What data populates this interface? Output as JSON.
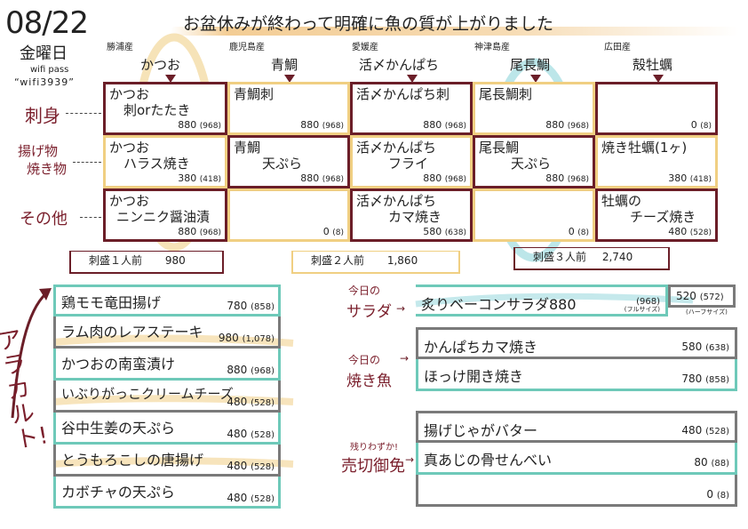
{
  "header": {
    "date": "08/22",
    "weekday": "金曜日",
    "wifi_label": "wifi pass",
    "wifi_password": "“wifi3939”",
    "headline": "お盆休みが終わって明確に魚の質が上がりました"
  },
  "columns": [
    {
      "origin": "勝浦産",
      "fish": "かつお"
    },
    {
      "origin": "鹿児島産",
      "fish": "青鯛"
    },
    {
      "origin": "愛媛産",
      "fish": "活〆かんぱち"
    },
    {
      "origin": "神津島産",
      "fish": "尾長鯛"
    },
    {
      "origin": "広田産",
      "fish": "殻牡蠣"
    }
  ],
  "row_labels": [
    "刺身",
    "揚げ物\n焼き物",
    "その他"
  ],
  "row_label_lines": {
    "r2a": "揚げ物",
    "r2b": "焼き物"
  },
  "grid": {
    "r0": [
      {
        "l1": "かつお",
        "l2": "刺orたたき",
        "price": "880",
        "tax": "(968)"
      },
      {
        "l1": "青鯛刺",
        "l2": "",
        "price": "880",
        "tax": "(968)"
      },
      {
        "l1": "活〆かんぱち刺",
        "l2": "",
        "price": "880",
        "tax": "(968)"
      },
      {
        "l1": "尾長鯛刺",
        "l2": "",
        "price": "880",
        "tax": "(968)"
      },
      {
        "l1": "",
        "l2": "",
        "price": "0",
        "tax": "(8)"
      }
    ],
    "r1": [
      {
        "l1": "かつお",
        "l2": "ハラス焼き",
        "price": "380",
        "tax": "(418)"
      },
      {
        "l1": "青鯛",
        "l2": "天ぷら",
        "price": "880",
        "tax": "(968)"
      },
      {
        "l1": "活〆かんぱち",
        "l2": "フライ",
        "price": "880",
        "tax": "(968)"
      },
      {
        "l1": "尾長鯛",
        "l2": "天ぷら",
        "price": "880",
        "tax": "(968)"
      },
      {
        "l1": "焼き牡蠣(1ヶ)",
        "l2": "",
        "price": "380",
        "tax": "(418)"
      }
    ],
    "r2": [
      {
        "l1": "かつお",
        "l2": "ニンニク醤油漬",
        "price": "880",
        "tax": "(968)"
      },
      {
        "l1": "",
        "l2": "",
        "price": "0",
        "tax": "(8)"
      },
      {
        "l1": "活〆かんぱち",
        "l2": "カマ焼き",
        "price": "580",
        "tax": "(638)"
      },
      {
        "l1": "",
        "l2": "",
        "price": "0",
        "tax": "(8)"
      },
      {
        "l1": "牡蠣の",
        "l2": "チーズ焼き",
        "price": "480",
        "tax": "(528)"
      }
    ]
  },
  "sashimori": [
    {
      "label": "刺盛１人前",
      "price": "980"
    },
    {
      "label": "刺盛２人前",
      "price": "1,860"
    },
    {
      "label": "刺盛３人前",
      "price": "2,740"
    }
  ],
  "alacarte": {
    "title": "アラカルト!",
    "items": [
      {
        "name": "鶏モモ竜田揚げ",
        "price": "780",
        "tax": "(858)"
      },
      {
        "name": "ラム肉のレアステーキ",
        "price": "980",
        "tax": "(1,078)"
      },
      {
        "name": "かつおの南蛮漬け",
        "price": "880",
        "tax": "(968)"
      },
      {
        "name": "いぶりがっこクリームチーズ",
        "price": "480",
        "tax": "(528)"
      },
      {
        "name": "谷中生姜の天ぷら",
        "price": "480",
        "tax": "(528)"
      },
      {
        "name": "とうもろこしの唐揚げ",
        "price": "480",
        "tax": "(528)"
      },
      {
        "name": "カボチャの天ぷら",
        "price": "480",
        "tax": "(528)"
      }
    ]
  },
  "salad": {
    "label_a": "今日の",
    "label_b": "サラダ",
    "name": "炙りベーコンサラダ880",
    "tax": "(968)",
    "size_full": "(フルサイズ)",
    "half_price": "520",
    "half_tax": "(572)",
    "size_half": "(ハーフサイズ)"
  },
  "grilled": {
    "label_a": "今日の",
    "label_b": "焼き魚",
    "items": [
      {
        "name": "かんぱちカマ焼き",
        "price": "580",
        "tax": "(638)"
      },
      {
        "name": "ほっけ開き焼き",
        "price": "780",
        "tax": "(858)"
      }
    ]
  },
  "soldout": {
    "label_a": "残りわずか!",
    "label_b": "売切御免",
    "items": [
      {
        "name": "揚げじゃがバター",
        "price": "480",
        "tax": "(528)"
      },
      {
        "name": "真あじの骨せんべい",
        "price": "80",
        "tax": "(88)"
      },
      {
        "name": "",
        "price": "0",
        "tax": "(8)"
      }
    ]
  },
  "colors": {
    "maroon": "#6b1e28",
    "yellow": "#f0cf82",
    "teal": "#6ec9b9",
    "gray": "#7a7a7a"
  }
}
